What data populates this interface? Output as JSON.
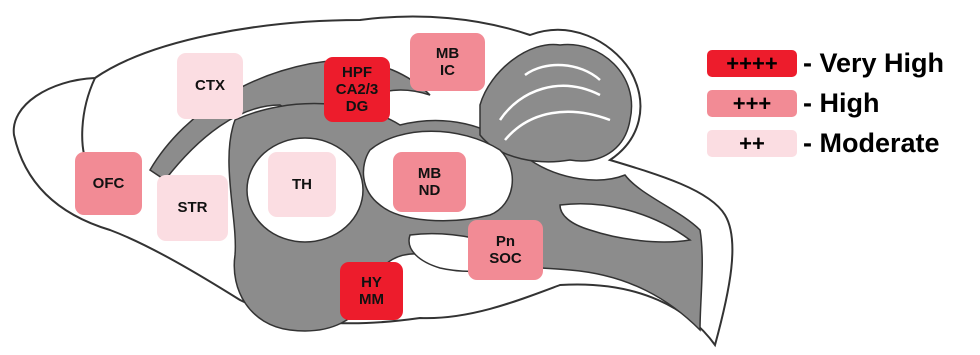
{
  "colors": {
    "very_high": "#ed1c2c",
    "high": "#f28b95",
    "moderate": "#fbdde2",
    "brain_gray": "#8c8c8c",
    "brain_outline": "#333333"
  },
  "regions": {
    "ctx": {
      "lines": [
        "CTX"
      ],
      "level": "moderate"
    },
    "hpf": {
      "lines": [
        "HPF",
        "CA2/3",
        "DG"
      ],
      "level": "very_high"
    },
    "mbic": {
      "lines": [
        "MB",
        "IC"
      ],
      "level": "high"
    },
    "ofc": {
      "lines": [
        "OFC"
      ],
      "level": "high"
    },
    "str": {
      "lines": [
        "STR"
      ],
      "level": "moderate"
    },
    "th": {
      "lines": [
        "TH"
      ],
      "level": "moderate"
    },
    "mbnd": {
      "lines": [
        "MB",
        "ND"
      ],
      "level": "high"
    },
    "pn": {
      "lines": [
        "Pn",
        "SOC"
      ],
      "level": "high"
    },
    "hy": {
      "lines": [
        "HY",
        "MM"
      ],
      "level": "very_high"
    }
  },
  "legend": {
    "very_high": {
      "symbol": "++++",
      "label": "- Very High"
    },
    "high": {
      "symbol": "+++",
      "label": "- High"
    },
    "moderate": {
      "symbol": "++",
      "label": "- Moderate"
    }
  }
}
